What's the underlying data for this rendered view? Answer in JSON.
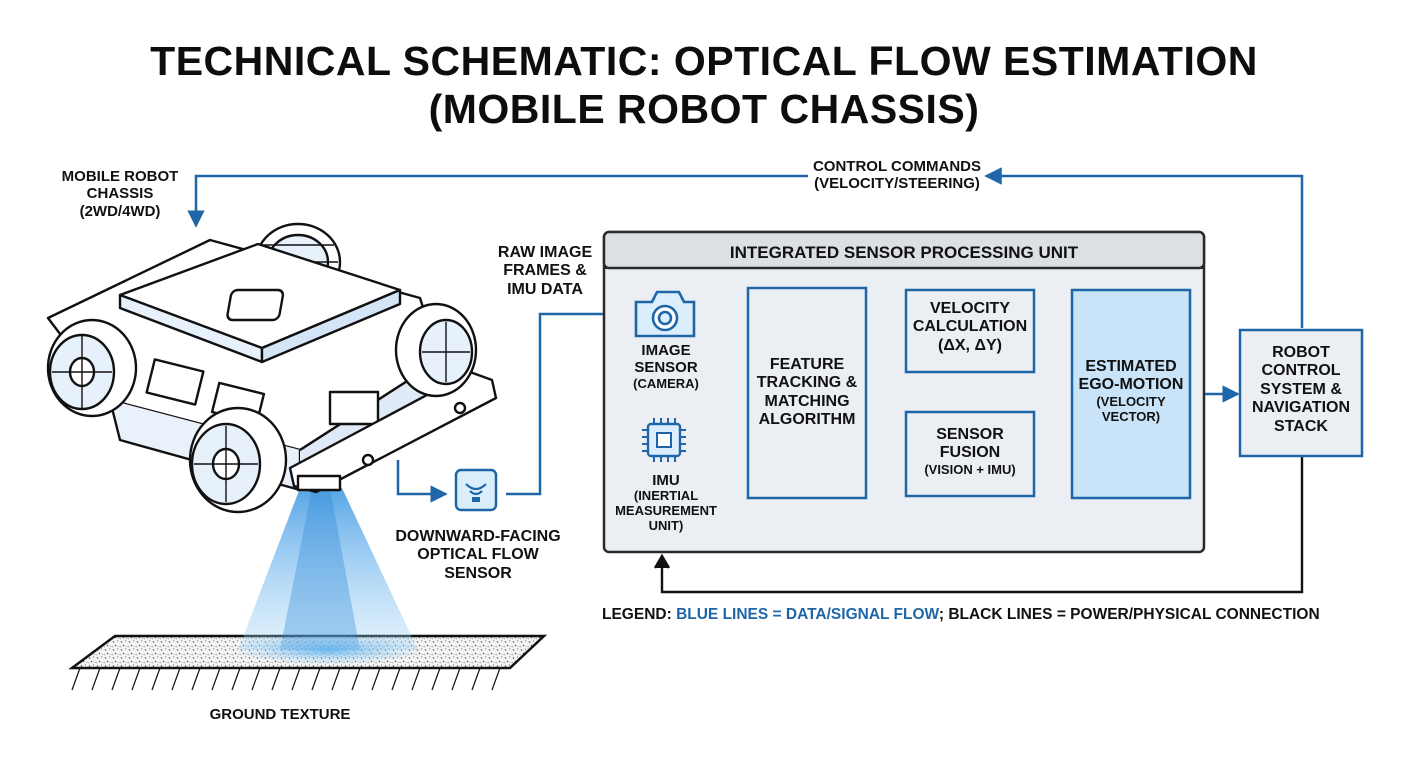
{
  "title": {
    "line1": "TECHNICAL SCHEMATIC: OPTICAL FLOW ESTIMATION",
    "line2": "(MOBILE ROBOT CHASSIS)"
  },
  "chassis_label": [
    "MOBILE ROBOT",
    "CHASSIS",
    "(2WD/4WD)"
  ],
  "control_commands_label": [
    "CONTROL COMMANDS",
    "(VELOCITY/STEERING)"
  ],
  "raw_data_label": [
    "RAW IMAGE",
    "FRAMES &",
    "IMU DATA"
  ],
  "optical_sensor_label": [
    "DOWNWARD-FACING",
    "OPTICAL FLOW",
    "SENSOR"
  ],
  "ground_label": "GROUND TEXTURE",
  "processing_unit": {
    "title": "INTEGRATED SENSOR PROCESSING UNIT",
    "image_sensor": [
      "IMAGE",
      "SENSOR",
      "(CAMERA)"
    ],
    "imu": [
      "IMU",
      "(INERTIAL",
      "MEASUREMENT",
      "UNIT)"
    ],
    "feature_tracking": [
      "FEATURE",
      "TRACKING &",
      "MATCHING",
      "ALGORITHM"
    ],
    "velocity_calc": [
      "VELOCITY",
      "CALCULATION",
      "(Δx, Δy)"
    ],
    "sensor_fusion": [
      "SENSOR",
      "FUSION",
      "(VISION + IMU)"
    ],
    "ego_motion": [
      "ESTIMATED",
      "EGO-MOTION",
      "(VELOCITY",
      "VECTOR)"
    ]
  },
  "robot_control": [
    "ROBOT",
    "CONTROL",
    "SYSTEM &",
    "NAVIGATION",
    "STACK"
  ],
  "legend": {
    "prefix": "LEGEND: ",
    "blue_part": "BLUE LINES = DATA/SIGNAL FLOW",
    "rest": "; BLACK LINES = POWER/PHYSICAL CONNECTION"
  },
  "colors": {
    "data_line": "#1f66a8",
    "unit_fill": "#ebeef2",
    "ego_fill": "#c9e4f8",
    "beam": "#6ab8ee"
  },
  "icons": [
    "camera-icon",
    "chip-icon",
    "wave-sensor-icon",
    "robot-chassis-illustration"
  ]
}
